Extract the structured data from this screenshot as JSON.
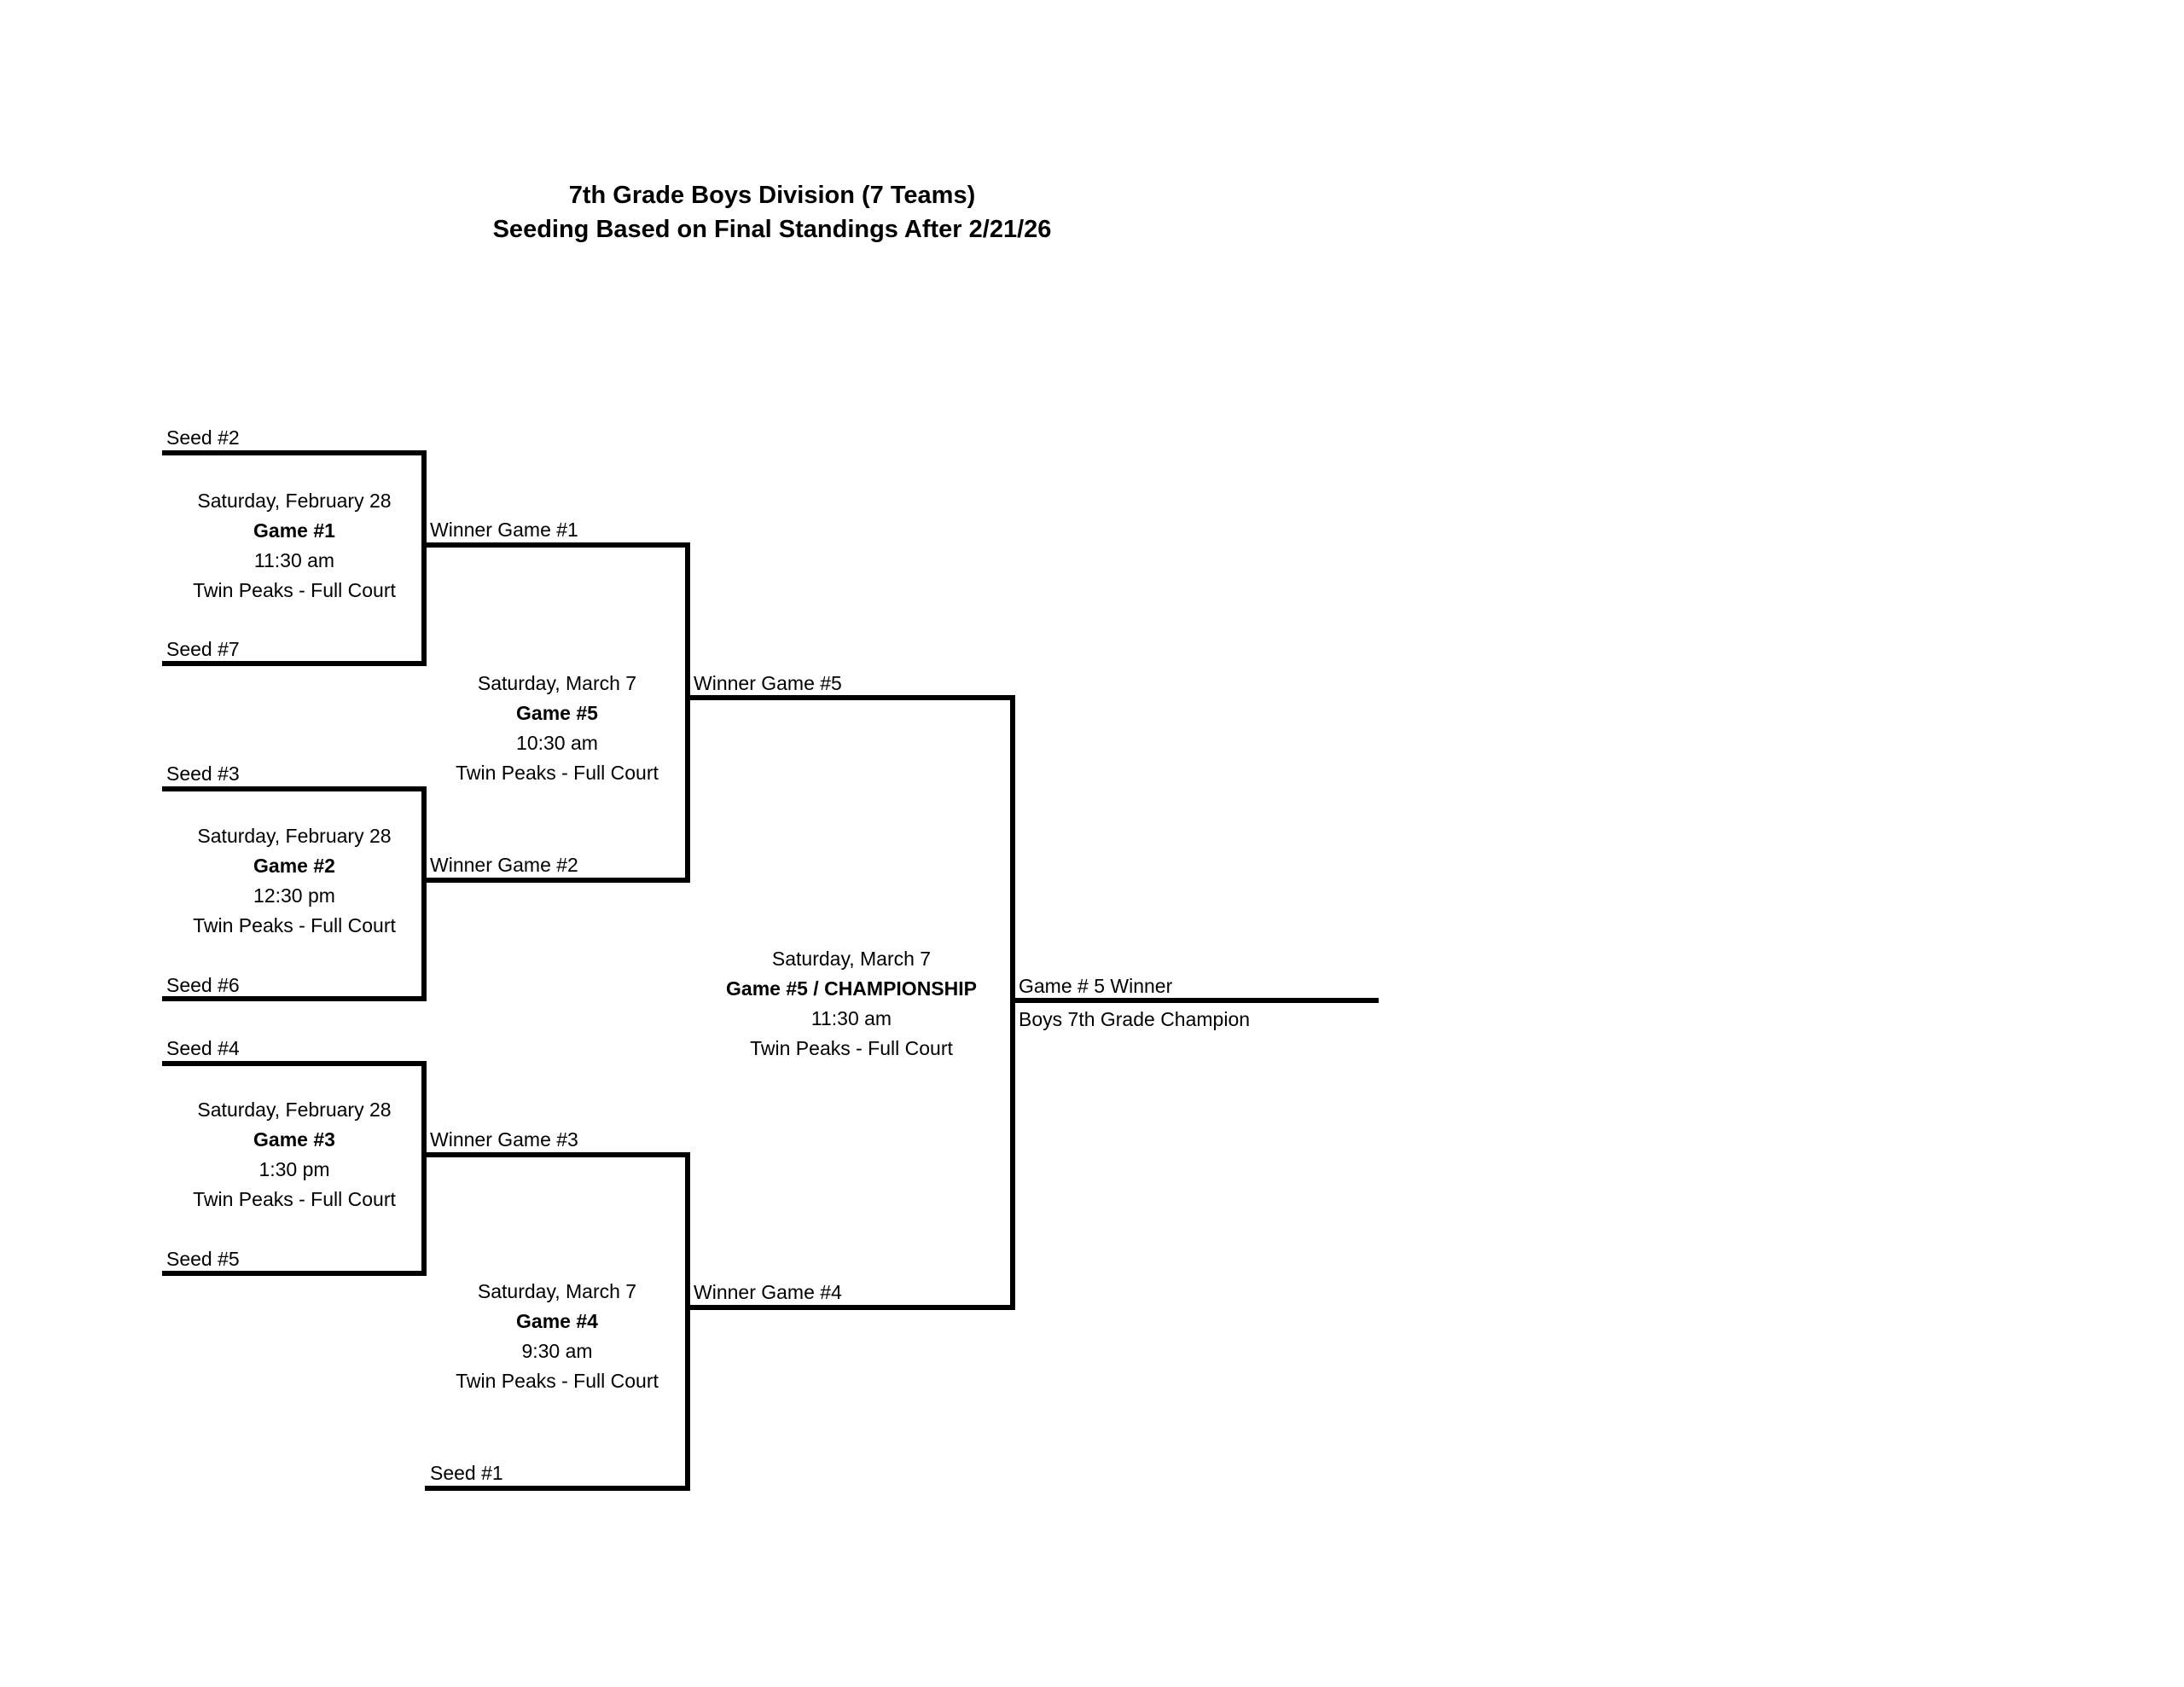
{
  "title": {
    "line1": "7th Grade Boys Division (7 Teams)",
    "line2": "Seeding Based on Final Standings After 2/21/26"
  },
  "seeds": {
    "seed2": "Seed #2",
    "seed7": "Seed #7",
    "seed3": "Seed #3",
    "seed6": "Seed #6",
    "seed4": "Seed #4",
    "seed5": "Seed #5",
    "seed1": "Seed #1"
  },
  "winners": {
    "game1": "Winner Game #1",
    "game2": "Winner Game #2",
    "game3": "Winner Game #3",
    "game4": "Winner Game #4",
    "game5": "Winner Game #5"
  },
  "games": {
    "game1": {
      "date": "Saturday, February 28",
      "name": "Game #1",
      "time": "11:30 am",
      "location": "Twin Peaks - Full Court"
    },
    "game2": {
      "date": "Saturday, February 28",
      "name": "Game #2",
      "time": "12:30 pm",
      "location": "Twin Peaks - Full Court"
    },
    "game3": {
      "date": "Saturday, February 28",
      "name": "Game #3",
      "time": "1:30 pm",
      "location": "Twin Peaks - Full Court"
    },
    "game4": {
      "date": "Saturday, March 7",
      "name": "Game #4",
      "time": "9:30 am",
      "location": "Twin Peaks - Full Court"
    },
    "game5": {
      "date": "Saturday, March 7",
      "name": "Game #5",
      "time": "10:30 am",
      "location": "Twin Peaks - Full Court"
    },
    "championship": {
      "date": "Saturday, March 7",
      "name": "Game #5 / CHAMPIONSHIP",
      "time": "11:30 am",
      "location": "Twin Peaks - Full Court"
    }
  },
  "final": {
    "winner_label": "Game # 5 Winner",
    "champion_label": "Boys 7th Grade Champion"
  }
}
